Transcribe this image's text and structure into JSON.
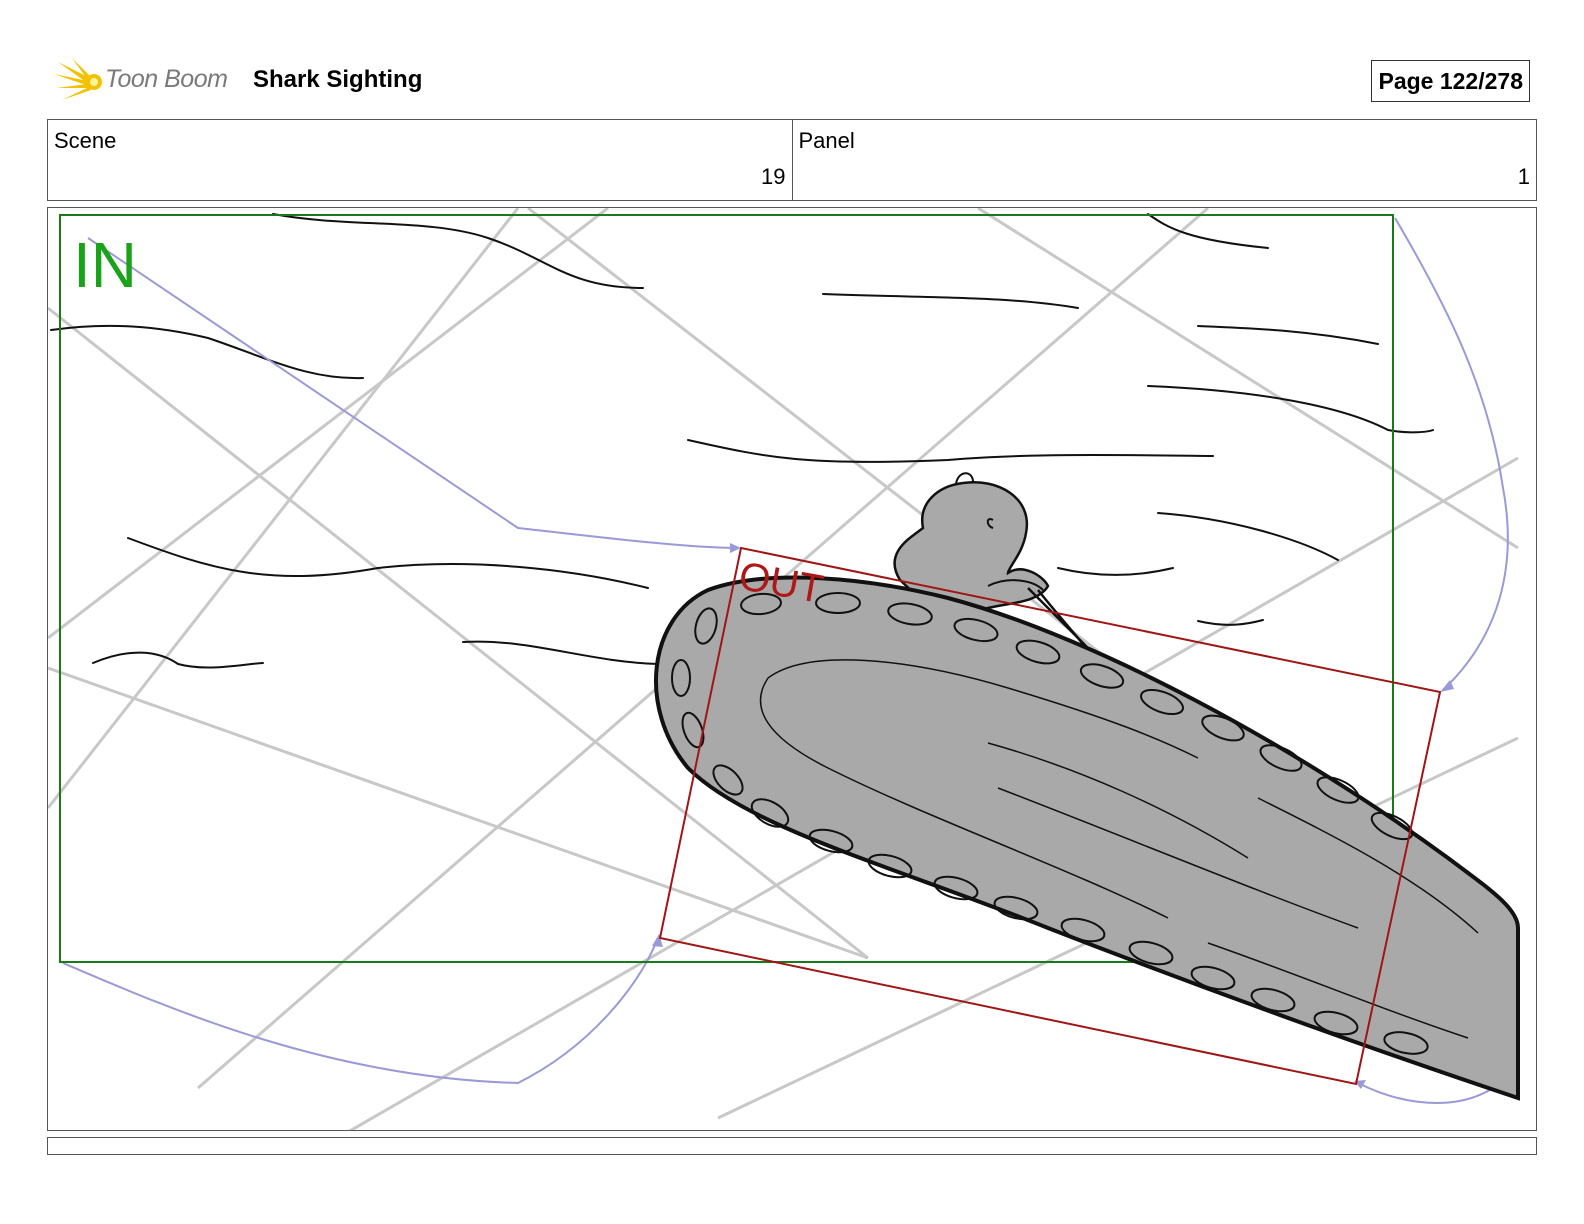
{
  "header": {
    "logo_text": "Toon Boom",
    "title": "Shark Sighting",
    "page_label": "Page 122/278"
  },
  "info": {
    "scene_label": "Scene",
    "scene_value": "19",
    "panel_label": "Panel",
    "panel_value": "1"
  },
  "panel": {
    "in_label": "IN",
    "out_label": "OUT"
  },
  "colors": {
    "in_frame": "#1a7a1a",
    "out_frame": "#a01515",
    "motion_path": "#9a9ad8",
    "guide_lines": "#c8c8c8",
    "shark_fill": "#a9a9a9"
  },
  "caption": ""
}
